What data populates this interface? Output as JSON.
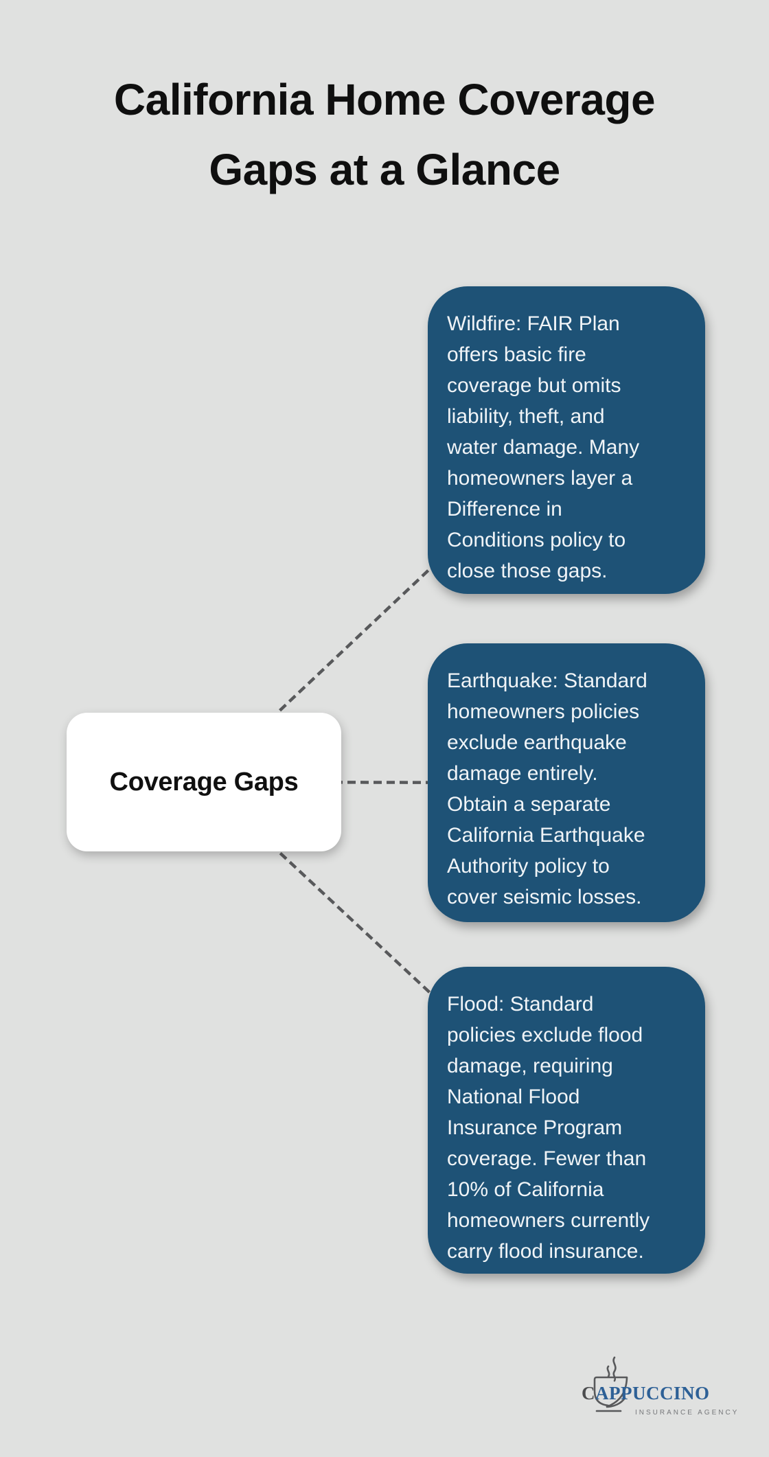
{
  "title": "California Home Coverage Gaps at a Glance",
  "center_node": {
    "label": "Coverage Gaps"
  },
  "branches": [
    {
      "name": "wildfire",
      "text": "Wildfire: FAIR Plan offers basic fire coverage but omits liability, theft, and water damage. Many homeowners layer a Difference in Conditions policy to close those gaps."
    },
    {
      "name": "earthquake",
      "text": "Earthquake: Standard homeowners policies exclude earthquake damage entirely. Obtain a separate California Earthquake Authority policy to cover seismic losses."
    },
    {
      "name": "flood",
      "text": "Flood: Standard policies exclude flood damage, requiring National Flood Insurance Program coverage. Fewer than 10% of California homeowners currently carry flood insurance."
    }
  ],
  "logo": {
    "wordmark_initial": "C",
    "wordmark_rest": "APPUCCINO",
    "tagline": "INSURANCE AGENCY"
  },
  "colors": {
    "background": "#e0e1e0",
    "branch_box": "#1e5276",
    "branch_text": "#f0f4f7",
    "connector": "#58595b",
    "center_node_bg": "#ffffff",
    "title_text": "#0f0f0f",
    "logo_blue": "#2d6096",
    "logo_gray": "#4b4c4e",
    "tagline_gray": "#76777a"
  }
}
